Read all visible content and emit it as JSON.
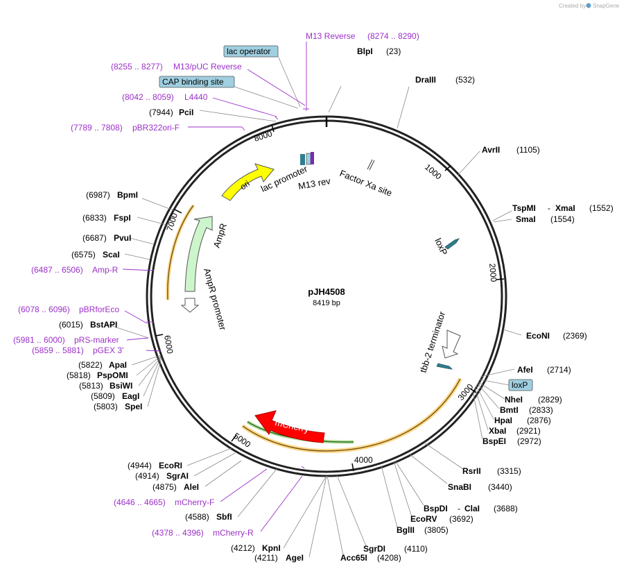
{
  "watermark": {
    "created_by": "Created by",
    "brand": "SnapGene"
  },
  "plasmid": {
    "name": "pJH4508",
    "length": "8419 bp"
  },
  "colors": {
    "primer": "#9b30c8",
    "ori": "#ffff00",
    "ampr": "#ccf5cc",
    "mcherry": "#ff0000",
    "halo": "#ffd98a",
    "boxed_label_fill": "#9fcfe0",
    "loxp": "#2f7f8f"
  },
  "ticks": [
    {
      "text": "1000"
    },
    {
      "text": "2000"
    },
    {
      "text": "3000"
    },
    {
      "text": "4000"
    },
    {
      "text": "5000"
    },
    {
      "text": "6000"
    },
    {
      "text": "7000"
    },
    {
      "text": "8000"
    }
  ],
  "sites_right": [
    {
      "name": "BlpI",
      "pos": "(23)"
    },
    {
      "name": "DraIII",
      "pos": "(532)"
    },
    {
      "name": "AvrII",
      "pos": "(1105)"
    },
    {
      "name": "TspMI",
      "sep": "-",
      "name2": "XmaI",
      "pos": "(1552)"
    },
    {
      "name": "SmaI",
      "pos": "(1554)"
    },
    {
      "name": "EcoNI",
      "pos": "(2369)"
    },
    {
      "name": "AfeI",
      "pos": "(2714)"
    },
    {
      "name": "loxP",
      "boxed": true
    },
    {
      "name": "NheI",
      "pos": "(2829)"
    },
    {
      "name": "BmtI",
      "pos": "(2833)"
    },
    {
      "name": "HpaI",
      "pos": "(2876)"
    },
    {
      "name": "XbaI",
      "pos": "(2921)"
    },
    {
      "name": "BspEI",
      "pos": "(2972)"
    },
    {
      "name": "RsrII",
      "pos": "(3315)"
    },
    {
      "name": "SnaBI",
      "pos": "(3440)"
    },
    {
      "name": "BspDI",
      "sep": "-",
      "name2": "ClaI",
      "pos": "(3688)"
    },
    {
      "name": "EcoRV",
      "pos": "(3692)"
    },
    {
      "name": "BglII",
      "pos": "(3805)"
    },
    {
      "name": "SgrDI",
      "pos": "(4110)"
    },
    {
      "name": "Acc65I",
      "pos": "(4208)"
    }
  ],
  "sites_left": [
    {
      "name": "M13 Reverse",
      "pos": "(8274 .. 8290)",
      "primer": true
    },
    {
      "name": "lac operator",
      "boxed": true
    },
    {
      "name": "M13/pUC Reverse",
      "pos": "(8255 .. 8277)",
      "primer": true
    },
    {
      "name": "CAP binding site",
      "boxed": true
    },
    {
      "name": "L4440",
      "pos": "(8042 .. 8059)",
      "primer": true
    },
    {
      "name": "PciI",
      "pos": "(7944)"
    },
    {
      "name": "pBR322ori-F",
      "pos": "(7789 .. 7808)",
      "primer": true
    },
    {
      "name": "BpmI",
      "pos": "(6987)"
    },
    {
      "name": "FspI",
      "pos": "(6833)"
    },
    {
      "name": "PvuI",
      "pos": "(6687)"
    },
    {
      "name": "ScaI",
      "pos": "(6575)"
    },
    {
      "name": "Amp-R",
      "pos": "(6487 .. 6506)",
      "primer": true
    },
    {
      "name": "pBRforEco",
      "pos": "(6078 .. 6096)",
      "primer": true
    },
    {
      "name": "BstAPI",
      "pos": "(6015)"
    },
    {
      "name": "pRS-marker",
      "pos": "(5981 .. 6000)",
      "primer": true
    },
    {
      "name": "pGEX 3'",
      "pos": "(5859 .. 5881)",
      "primer": true
    },
    {
      "name": "ApaI",
      "pos": "(5822)"
    },
    {
      "name": "PspOMI",
      "pos": "(5818)"
    },
    {
      "name": "BsiWI",
      "pos": "(5813)"
    },
    {
      "name": "EagI",
      "pos": "(5809)"
    },
    {
      "name": "SpeI",
      "pos": "(5803)"
    },
    {
      "name": "EcoRI",
      "pos": "(4944)"
    },
    {
      "name": "SgrAI",
      "pos": "(4914)"
    },
    {
      "name": "AleI",
      "pos": "(4875)"
    },
    {
      "name": "mCherry-F",
      "pos": "(4646 .. 4665)",
      "primer": true
    },
    {
      "name": "SbfI",
      "pos": "(4588)"
    },
    {
      "name": "mCherry-R",
      "pos": "(4378 .. 4396)",
      "primer": true
    },
    {
      "name": "KpnI",
      "pos": "(4212)"
    },
    {
      "name": "AgeI",
      "pos": "(4211)"
    }
  ],
  "features": {
    "ori": "ori",
    "lac_promoter": "lac promoter",
    "m13_rev": "M13 rev",
    "factor_xa": "Factor Xa site",
    "loxp": "loxP",
    "ampr": "AmpR",
    "ampr_promoter": "AmpR promoter",
    "tbb2": "tbb-2 terminator",
    "mcherry": "mCherry"
  }
}
